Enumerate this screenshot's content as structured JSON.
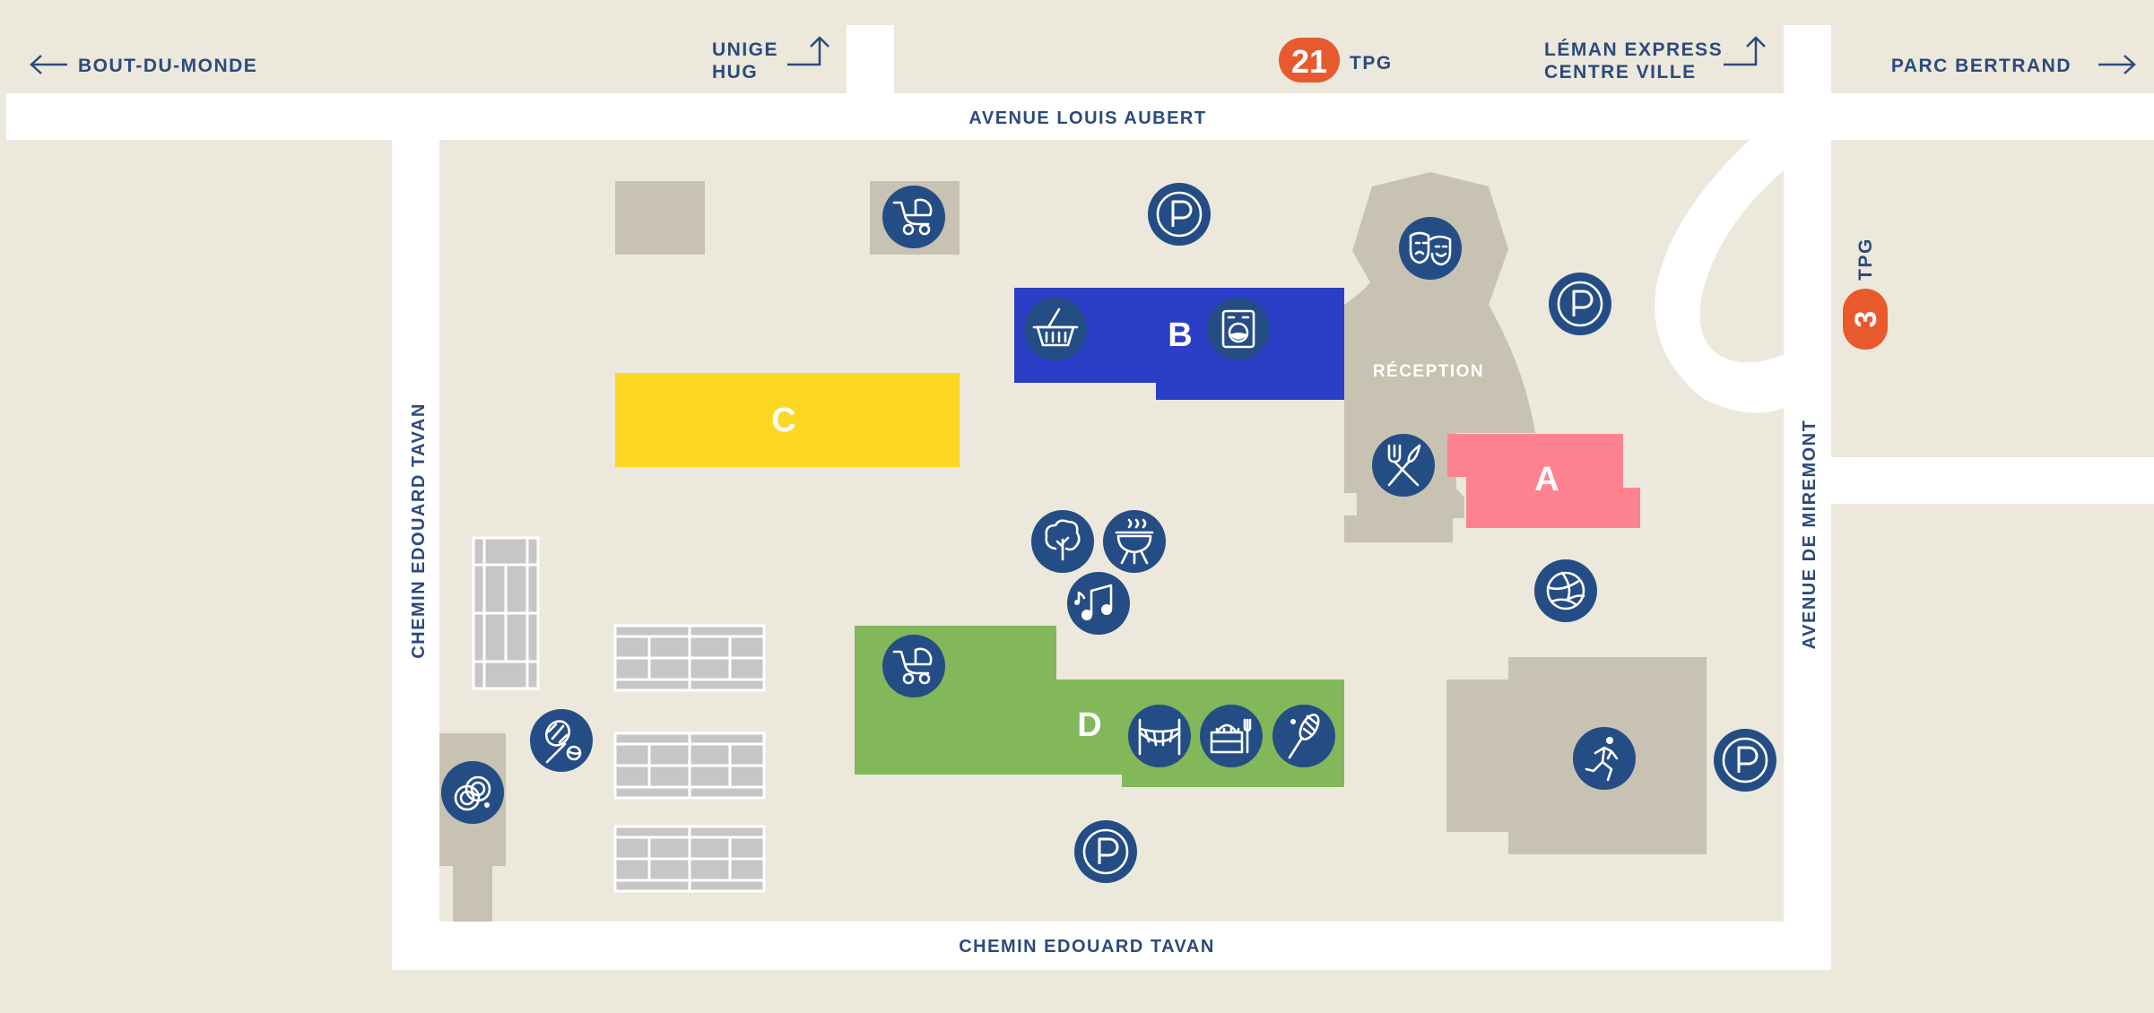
{
  "streets": {
    "top": "AVENUE LOUIS AUBERT",
    "bottom": "CHEMIN EDOUARD TAVAN",
    "left": "CHEMIN EDOUARD TAVAN",
    "right": "AVENUE DE MIREMONT"
  },
  "directions": {
    "bout_du_monde": "BOUT-DU-MONDE",
    "unige_line1": "UNIGE",
    "unige_line2": "HUG",
    "leman_line1": "LÉMAN EXPRESS",
    "leman_line2": "CENTRE VILLE",
    "parc_bertrand": "PARC BERTRAND"
  },
  "transit": {
    "bus21_number": "21",
    "bus21_label": "TPG",
    "bus3_number": "3",
    "bus3_label": "TPG"
  },
  "buildings": {
    "a": "A",
    "b": "B",
    "c": "C",
    "d": "D",
    "reception": "RÉCEPTION"
  },
  "colors": {
    "background": "#ECE8DC",
    "road": "#FFFFFF",
    "annex": "#C8C2B2",
    "text": "#2C4A7C",
    "poi": "#244D85",
    "transit": "#E85A2E",
    "building_a": "#FF8290",
    "building_b": "#2A3EC6",
    "building_c": "#FCD723",
    "building_d": "#82B75A",
    "court": "#C6C6C6"
  },
  "icons": [
    "stroller-icon",
    "parking-icon",
    "theater-masks-icon",
    "basket-icon",
    "laundry-icon",
    "cutlery-icon",
    "tree-icon",
    "barbecue-icon",
    "music-icon",
    "volleyball-icon",
    "tennis-icon",
    "squash-icon",
    "hammock-icon",
    "picnic-basket-icon",
    "running-icon",
    "petanque-icon"
  ]
}
